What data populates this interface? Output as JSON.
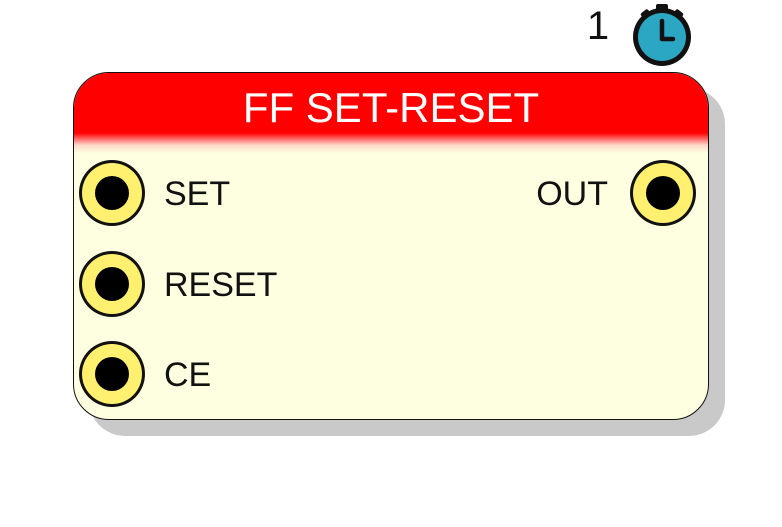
{
  "block": {
    "title": "FF SET-RESET",
    "execution_order": "1",
    "timer_icon": "stopwatch-icon",
    "colors": {
      "header": "#ff0000",
      "body": "#fefee0",
      "port_ring": "#fff070",
      "port_core": "#000000",
      "timer": "#2ba7c4",
      "shadow": "#c9c9c9"
    },
    "inputs": [
      {
        "label": "SET"
      },
      {
        "label": "RESET"
      },
      {
        "label": "CE"
      }
    ],
    "outputs": [
      {
        "label": "OUT"
      }
    ]
  }
}
